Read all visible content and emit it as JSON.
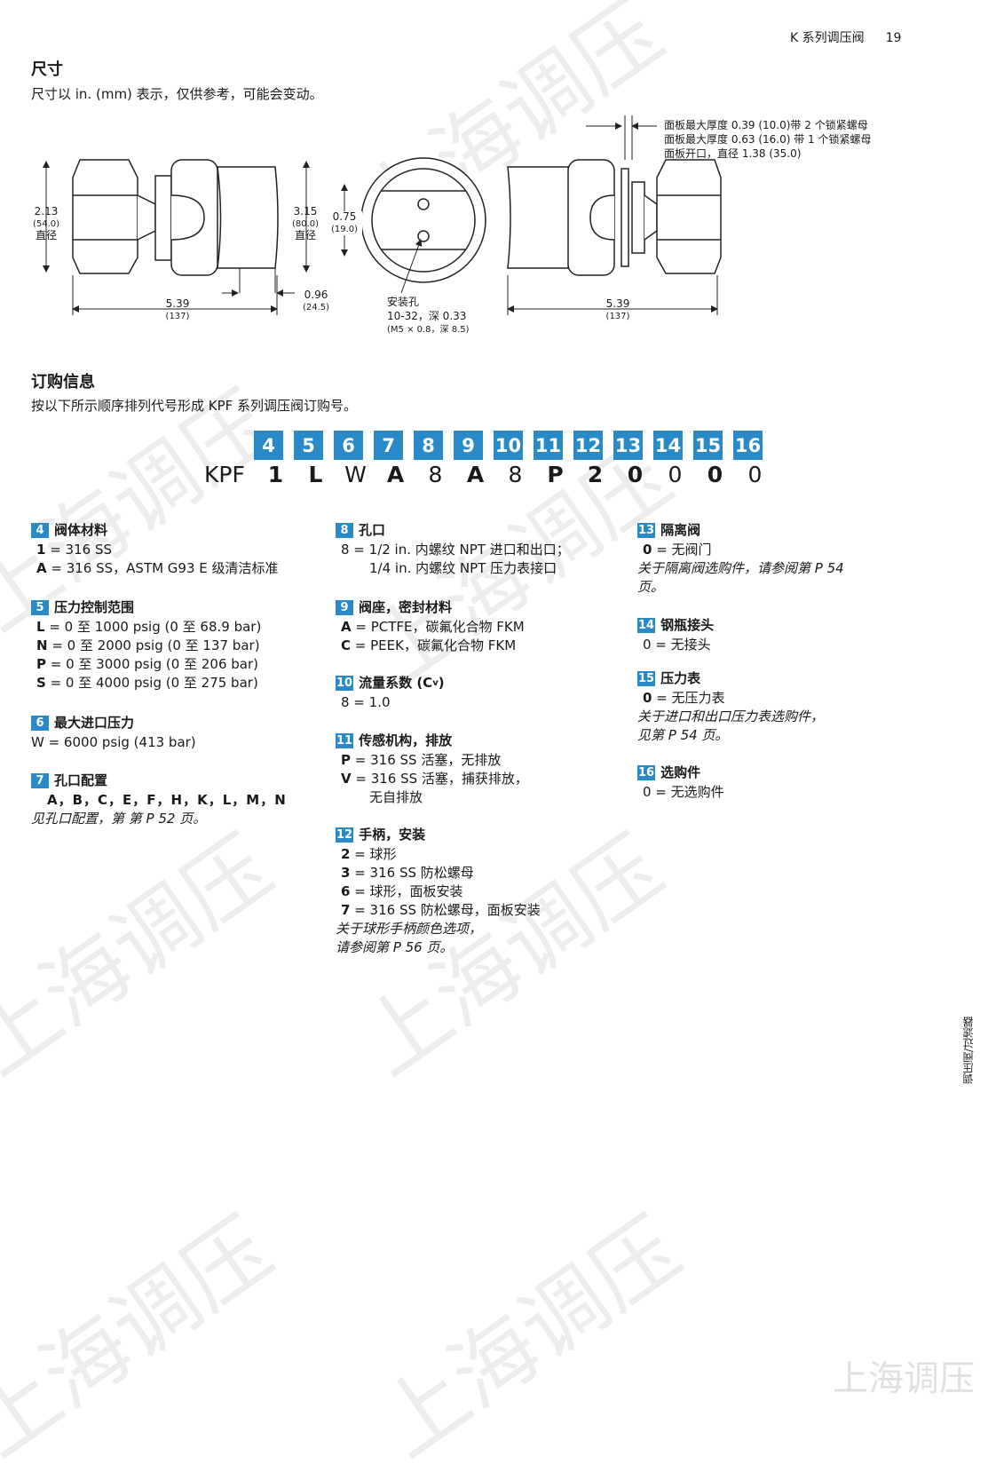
{
  "header": {
    "title": "K 系列调压阀",
    "page": "19"
  },
  "dimensions": {
    "title": "尺寸",
    "subtitle": "尺寸以 in. (mm) 表示，仅供参考，可能会变动。",
    "labels": {
      "d1_in": "2.13",
      "d1_mm": "(54.0)",
      "d1_note": "直径",
      "d2_in": "3.15",
      "d2_mm": "(80.0)",
      "d2_note": "直径",
      "d3_in": "0.75",
      "d3_mm": "(19.0)",
      "len_in": "5.39",
      "len_mm": "(137)",
      "len2_in": "5.39",
      "len2_mm": "(137)",
      "d4_in": "0.96",
      "d4_mm": "(24.5)",
      "hole_title": "安装孔",
      "hole_size": "10-32，深 0.33",
      "hole_metric": "(M5 × 0.8，深 8.5)"
    },
    "panel_notes": [
      "面板最大厚度 0.39 (10.0)带 2 个锁紧螺母",
      "面板最大厚度 0.63 (16.0) 带 1 个锁紧螺母",
      "面板开口，直径 1.38 (35.0)"
    ]
  },
  "ordering": {
    "title": "订购信息",
    "subtitle": "按以下所示顺序排列代号形成 KPF 系列调压阀订购号。",
    "numbers": [
      "4",
      "5",
      "6",
      "7",
      "8",
      "9",
      "10",
      "11",
      "12",
      "13",
      "14",
      "15",
      "16"
    ],
    "prefix": "KPF",
    "code": [
      "1",
      "L",
      "W",
      "A",
      "8",
      "A",
      "8",
      "P",
      "2",
      "0",
      "0",
      "0",
      "0"
    ]
  },
  "sections": {
    "s4": {
      "num": "4",
      "title": "阀体材料",
      "lines": [
        {
          "k": "1",
          "v": " = 316 SS"
        },
        {
          "k": "A",
          "v": " = 316 SS，ASTM G93 E 级清洁标准"
        }
      ]
    },
    "s5": {
      "num": "5",
      "title": "压力控制范围",
      "lines": [
        {
          "k": "L",
          "v": " = 0 至 1000 psig (0 至 68.9 bar)"
        },
        {
          "k": "N",
          "v": " = 0 至 2000 psig (0 至 137 bar)"
        },
        {
          "k": "P",
          "v": " = 0 至 3000 psig (0 至 206 bar)"
        },
        {
          "k": "S",
          "v": " = 0 至 4000 psig (0 至 275 bar)"
        }
      ]
    },
    "s6": {
      "num": "6",
      "title": "最大进口压力",
      "text": "W = 6000 psig (413 bar)"
    },
    "s7": {
      "num": "7",
      "title": "孔口配置",
      "ports": "A，B，C，E，F，H，K，L，M，N",
      "note": "见孔口配置，第 第 P 52 页。"
    },
    "s8": {
      "num": "8",
      "title": "孔口",
      "line1": "8 = 1/2 in. 内螺纹 NPT 进口和出口；",
      "line2": "1/4 in. 内螺纹 NPT 压力表接口"
    },
    "s9": {
      "num": "9",
      "title": "阀座，密封材料",
      "lines": [
        {
          "k": "A",
          "v": " = PCTFE，碳氟化合物 FKM"
        },
        {
          "k": "C",
          "v": " = PEEK，碳氟化合物 FKM"
        }
      ]
    },
    "s10": {
      "num": "10",
      "title": "流量系数 (C",
      "title_sub": "v",
      "title_end": ")",
      "text": "8 = 1.0"
    },
    "s11": {
      "num": "11",
      "title": "传感机构，排放",
      "lines": [
        {
          "k": "P",
          "v": " = 316 SS 活塞，无排放"
        },
        {
          "k": "V",
          "v": " = 316 SS 活塞，捕获排放，"
        }
      ],
      "cont": "无自排放"
    },
    "s12": {
      "num": "12",
      "title": "手柄，安装",
      "lines": [
        {
          "k": "2",
          "v": " = 球形"
        },
        {
          "k": "3",
          "v": " = 316 SS 防松螺母"
        },
        {
          "k": "6",
          "v": " = 球形，面板安装"
        },
        {
          "k": "7",
          "v": " = 316 SS 防松螺母，面板安装"
        }
      ],
      "note1": "关于球形手柄颜色选项，",
      "note2": "请参阅第 P 56 页。"
    },
    "s13": {
      "num": "13",
      "title": "隔离阀",
      "line": {
        "k": "0",
        "v": " = 无阀门"
      },
      "note1": "关于隔离阀选购件，请参阅第 P 54",
      "note2": "页。"
    },
    "s14": {
      "num": "14",
      "title": "钢瓶接头",
      "text": "0 = 无接头"
    },
    "s15": {
      "num": "15",
      "title": "压力表",
      "line": {
        "k": "0",
        "v": " = 无压力表"
      },
      "note1": "关于进口和出口压力表选购件，",
      "note2": "见第 P 54 页。"
    },
    "s16": {
      "num": "16",
      "title": "选购件",
      "text": "0 = 无选购件"
    }
  },
  "side_label": "调压阀/过滤器",
  "watermark": "上海调压"
}
